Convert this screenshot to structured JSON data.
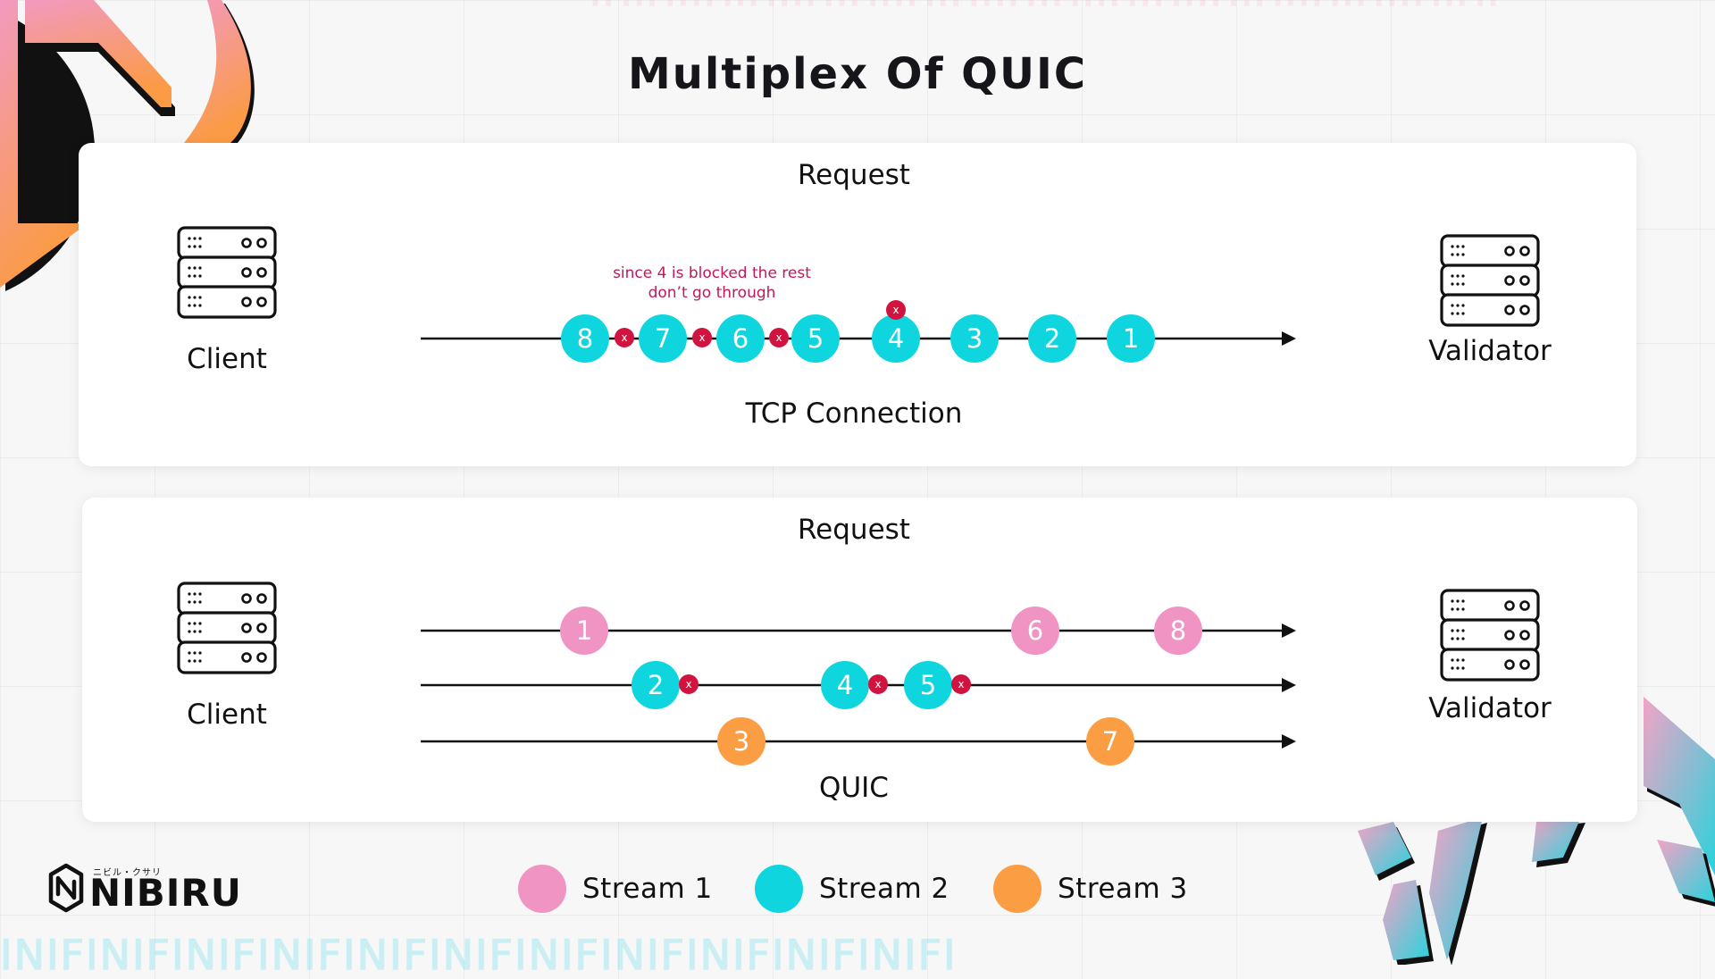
{
  "title": "Multiplex Of QUIC",
  "colors": {
    "stream1": "#ef94c3",
    "stream2": "#0fd6de",
    "stream3": "#fb9d43",
    "blocked": "#d1143f",
    "blocked_note": "#c2185b"
  },
  "tcp_panel": {
    "header": "Request",
    "client_label": "Client",
    "validator_label": "Validator",
    "footer": "TCP Connection",
    "note_line1": "since 4 is blocked the rest",
    "note_line2": "don’t go through",
    "packets": [
      {
        "label": "8",
        "stream": 2
      },
      {
        "label": "7",
        "stream": 2
      },
      {
        "label": "6",
        "stream": 2
      },
      {
        "label": "5",
        "stream": 2
      },
      {
        "label": "4",
        "stream": 2
      },
      {
        "label": "3",
        "stream": 2
      },
      {
        "label": "2",
        "stream": 2
      },
      {
        "label": "1",
        "stream": 2
      }
    ],
    "blocked_marker_label": "x"
  },
  "quic_panel": {
    "header": "Request",
    "client_label": "Client",
    "validator_label": "Validator",
    "footer": "QUIC",
    "lanes": [
      {
        "packets": [
          {
            "label": "1"
          },
          {
            "label": "6"
          },
          {
            "label": "8"
          }
        ],
        "stream": 1
      },
      {
        "packets": [
          {
            "label": "2"
          },
          {
            "label": "4"
          },
          {
            "label": "5"
          }
        ],
        "stream": 2
      },
      {
        "packets": [
          {
            "label": "3"
          },
          {
            "label": "7"
          }
        ],
        "stream": 3
      }
    ],
    "blocked_marker_label": "x"
  },
  "legend": {
    "stream1": "Stream 1",
    "stream2": "Stream 2",
    "stream3": "Stream 3"
  },
  "logo": {
    "brand": "NIBIRU",
    "subtitle": "ニビル・クサリ"
  },
  "decor": {
    "top_pattern": "ꓲꓵꓲꓵꓲꓲꓵꓲꓵꓲꓲꓵꓲꓵꓲꓲꓵꓲꓵꓲꓲꓵꓲꓵꓲꓲꓵꓲꓵꓲꓲꓵꓲꓵꓲꓲꓵꓲꓵꓲꓲꓵꓲꓵꓲ",
    "bottom_pattern": "ꓲꓠꓲꓝꓲꓠꓲꓝꓲꓠꓲꓝꓲꓠꓲꓝꓲꓠꓲꓝꓲꓠꓲꓝꓲꓠꓲꓝꓲꓠꓲꓝꓲꓠꓲꓝꓲꓠꓲꓝꓲꓠꓲꓝꓲ"
  }
}
